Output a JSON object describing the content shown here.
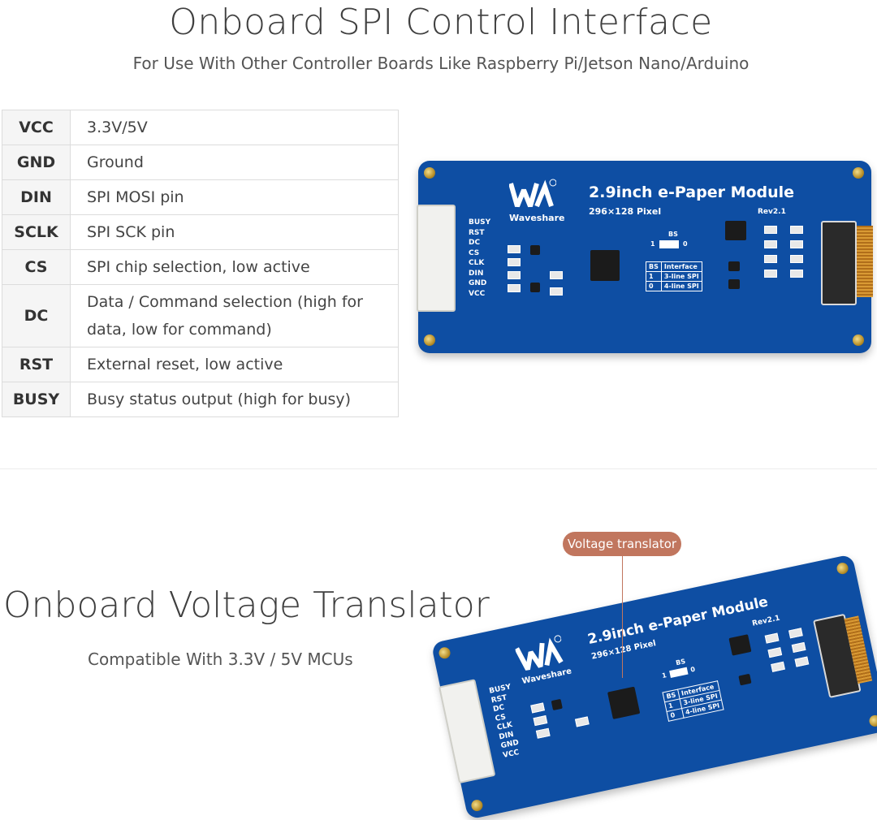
{
  "section1": {
    "title": "Onboard SPI Control Interface",
    "subtitle": "For Use With Other Controller Boards Like Raspberry Pi/Jetson Nano/Arduino"
  },
  "pins": [
    {
      "name": "VCC",
      "desc": "3.3V/5V"
    },
    {
      "name": "GND",
      "desc": "Ground"
    },
    {
      "name": "DIN",
      "desc": "SPI MOSI pin"
    },
    {
      "name": "SCLK",
      "desc": "SPI SCK pin"
    },
    {
      "name": "CS",
      "desc": "SPI chip selection, low active"
    },
    {
      "name": "DC",
      "desc": "Data / Command selection (high for data, low for command)"
    },
    {
      "name": "RST",
      "desc": "External reset, low active"
    },
    {
      "name": "BUSY",
      "desc": "Busy status output (high for busy)"
    }
  ],
  "section2": {
    "title": "Onboard Voltage Translator",
    "subtitle": "Compatible With 3.3V / 5V MCUs",
    "callout": "Voltage translator"
  },
  "board": {
    "brand": "Waveshare",
    "name": "2.9inch e-Paper Module",
    "resolution": "296×128 Pixel",
    "revision": "Rev2.1",
    "pin_labels": [
      "BUSY",
      "RST",
      "DC",
      "CS",
      "CLK",
      "DIN",
      "GND",
      "VCC"
    ],
    "bs_label": "BS",
    "bs_left": "1",
    "bs_right": "0",
    "bs_table_header": [
      "BS",
      "Interface"
    ],
    "bs_table_rows": [
      [
        "1",
        "3-line SPI"
      ],
      [
        "0",
        "4-line SPI"
      ]
    ],
    "color": "#0e4ea3"
  }
}
